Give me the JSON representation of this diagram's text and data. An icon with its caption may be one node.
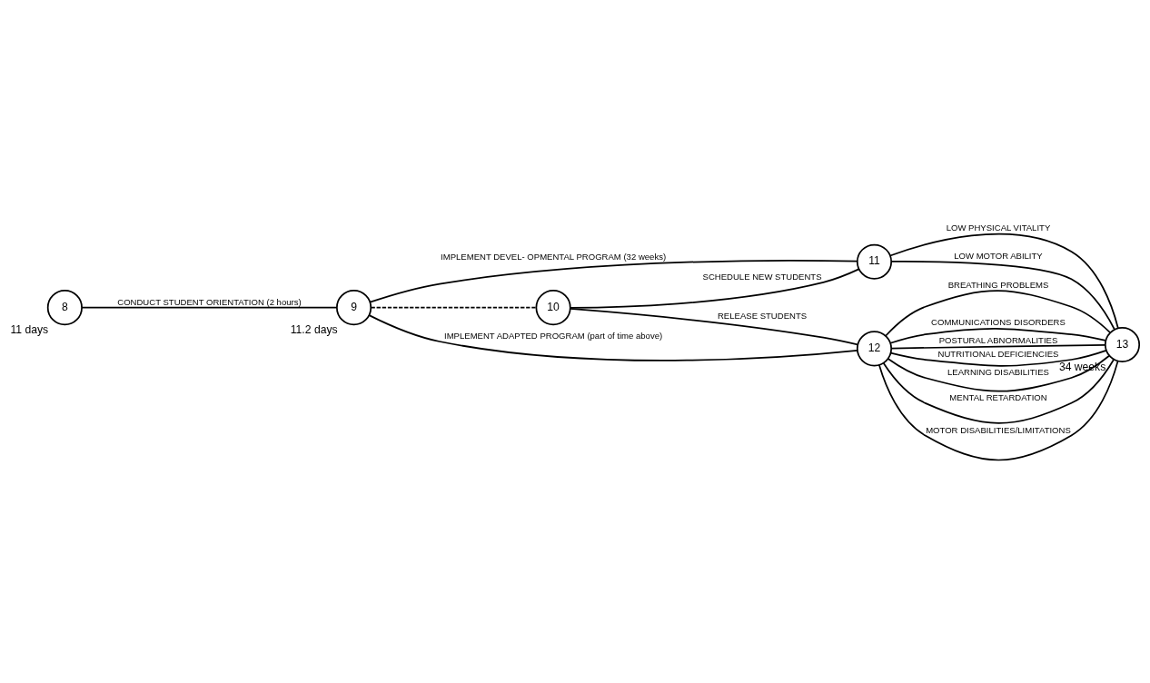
{
  "diagram": {
    "nodes": [
      {
        "text": [
          "8"
        ],
        "beside": [
          "11 days"
        ]
      },
      {
        "text": [
          "9"
        ],
        "beside": [
          "11.2 days"
        ]
      },
      {
        "text": [
          "10"
        ]
      },
      {
        "text": [
          "11"
        ]
      },
      {
        "text": [
          "12"
        ]
      },
      {
        "text": [
          "13"
        ],
        "beside": [
          "34 weeks"
        ]
      }
    ],
    "edges": [
      {
        "from": 0,
        "to": 1,
        "arrow": "none",
        "label": "CONDUCT STUDENT ORIENTATION (2 hours)"
      },
      {
        "from": 1,
        "to": 3,
        "arrow": "none",
        "label": "IMPLEMENT DEVEL- OPMENTAL PROGRAM (32 weeks)"
      },
      {
        "from": 1,
        "to": 2,
        "arrow": "none",
        "style": "dashed"
      },
      {
        "from": 1,
        "to": 4,
        "arrow": "none",
        "label": "IMPLEMENT ADAPTED PROGRAM (part of time above)"
      },
      {
        "from": 2,
        "to": 3,
        "arrow": "none",
        "label": "SCHEDULE NEW STUDENTS"
      },
      {
        "from": 2,
        "to": 4,
        "arrow": "none",
        "label": "RELEASE STUDENTS"
      },
      {
        "from": 3,
        "to": 5,
        "arrow": "none",
        "label": "LOW MOTOR ABILITY"
      },
      {
        "from": 3,
        "to": 5,
        "arrow": "none",
        "label": "LOW PHYSICAL VITALITY"
      },
      {
        "from": 4,
        "to": 5,
        "arrow": "none",
        "label": "POSTURAL ABNORMALITIES"
      },
      {
        "from": 4,
        "to": 5,
        "arrow": "none",
        "label": "NUTRITIONAL DEFICIENCIES"
      },
      {
        "from": 4,
        "to": 5,
        "arrow": "none",
        "label": "LEARNING DISABILITIES"
      },
      {
        "from": 4,
        "to": 5,
        "arrow": "none",
        "label": "MENTAL RETARDATION"
      },
      {
        "from": 4,
        "to": 5,
        "arrow": "none",
        "label": "MOTOR DISABILITIES/LIMITATIONS"
      },
      {
        "from": 4,
        "to": 5,
        "arrow": "none",
        "label": "BREATHING PROBLEMS"
      },
      {
        "from": 4,
        "to": 5,
        "arrow": "none",
        "label": "COMMUNICATIONS DISORDERS"
      }
    ]
  }
}
